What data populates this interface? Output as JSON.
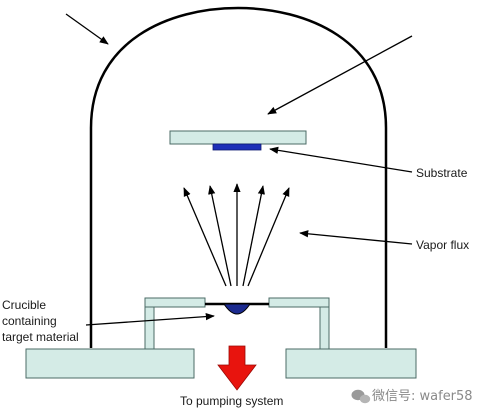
{
  "labels": {
    "substrate": "Substrate",
    "vapor_flux": "Vapor flux",
    "crucible_line1": "Crucible",
    "crucible_line2": "containing",
    "crucible_line3": "target material",
    "pumping": "To pumping system"
  },
  "watermark": {
    "text": "微信号: wafer58",
    "icon": "wechat-icon"
  },
  "colors": {
    "panel_fill": "#d4ebe6",
    "panel_stroke": "#4b6b66",
    "substrate_fill": "#1e2fb8",
    "crucible_fill": "#1b2a8f",
    "pump_arrow": "#e8140e",
    "outline": "#000000"
  }
}
